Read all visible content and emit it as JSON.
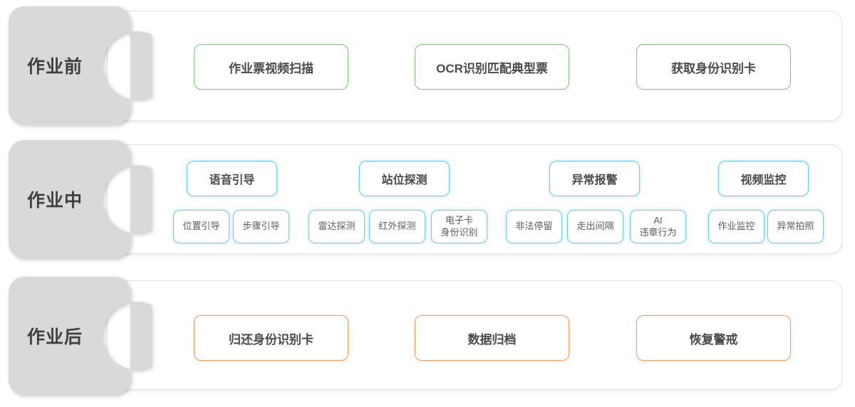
{
  "colors": {
    "green": "#86c27d",
    "blue": "#6fc9f3",
    "orange": "#f89b64",
    "tab-bg": "#d9d9d9",
    "tab-text": "#3f3f3f",
    "box-text": "#4a4a4a",
    "sub-text": "#5c5c5c",
    "panel-border": "#e3e3e3"
  },
  "sections": [
    {
      "label": "作业前",
      "theme": "green",
      "boxes": [
        "作业票视频扫描",
        "OCR识别匹配典型票",
        "获取身份识别卡"
      ]
    },
    {
      "label": "作业中",
      "theme": "blue",
      "groups": [
        {
          "title": "语音引导",
          "children": [
            "位置引导",
            "步骤引导"
          ]
        },
        {
          "title": "站位探测",
          "children": [
            "雷达探测",
            "红外探测",
            "电子卡\n身份识别"
          ]
        },
        {
          "title": "异常报警",
          "children": [
            "非法停留",
            "走出间隔",
            "AI\n违章行为"
          ]
        },
        {
          "title": "视频监控",
          "children": [
            "作业监控",
            "异常拍照"
          ]
        }
      ]
    },
    {
      "label": "作业后",
      "theme": "orange",
      "boxes": [
        "归还身份识别卡",
        "数据归档",
        "恢复警戒"
      ]
    }
  ]
}
